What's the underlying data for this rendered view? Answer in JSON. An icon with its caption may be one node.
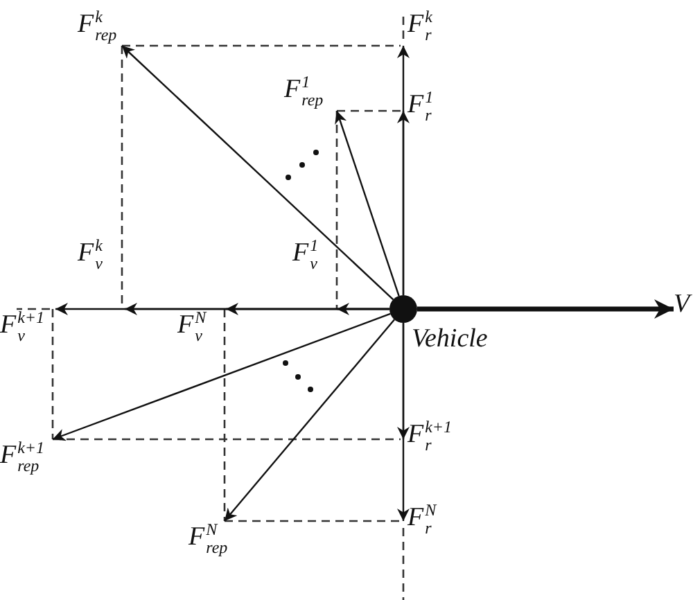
{
  "diagram": {
    "nodes": [
      {
        "text": [],
        "shape": "circle",
        "beside": [
          "Vehicle"
        ]
      },
      {
        "text": [
          "V"
        ]
      },
      {
        "text": [
          "F$^{k}$$_{rep}$"
        ]
      },
      {
        "text": [
          "F$^{1}$$_{rep}$"
        ]
      },
      {
        "text": [
          "F$^{k}$$_{r}$"
        ]
      },
      {
        "text": [
          "F$^{1}$$_{r}$"
        ]
      },
      {
        "text": [
          "F$^{k}$$_{v}$"
        ]
      },
      {
        "text": [
          "F$^{1}$$_{v}$"
        ]
      },
      {
        "text": [
          "F$^{k+1}$$_{v}$"
        ]
      },
      {
        "text": [
          "F$^{N}$$_{v}$"
        ]
      },
      {
        "text": [
          "F$^{k+1}$$_{rep}$"
        ]
      },
      {
        "text": [
          "F$^{N}$$_{rep}$"
        ]
      },
      {
        "text": [
          "F$^{k+1}$$_{r}$"
        ]
      },
      {
        "text": [
          "F$^{N}$$_{r}$"
        ]
      }
    ],
    "edges": [
      {
        "from": 0,
        "to": 1,
        "arrow": "to",
        "style": "thick"
      },
      {
        "from": 0,
        "to": 2,
        "arrow": "to"
      },
      {
        "from": 0,
        "to": 3,
        "arrow": "to"
      },
      {
        "from": 0,
        "to": 4,
        "arrow": "to"
      },
      {
        "from": 0,
        "to": 5,
        "arrow": "to"
      },
      {
        "from": 0,
        "to": 6,
        "arrow": "to"
      },
      {
        "from": 0,
        "to": 7,
        "arrow": "to"
      },
      {
        "from": 0,
        "to": 8,
        "arrow": "to"
      },
      {
        "from": 0,
        "to": 9,
        "arrow": "to"
      },
      {
        "from": 0,
        "to": 10,
        "arrow": "to"
      },
      {
        "from": 0,
        "to": 11,
        "arrow": "to"
      },
      {
        "from": 0,
        "to": 12,
        "arrow": "to"
      },
      {
        "from": 0,
        "to": 13,
        "arrow": "to"
      }
    ]
  }
}
